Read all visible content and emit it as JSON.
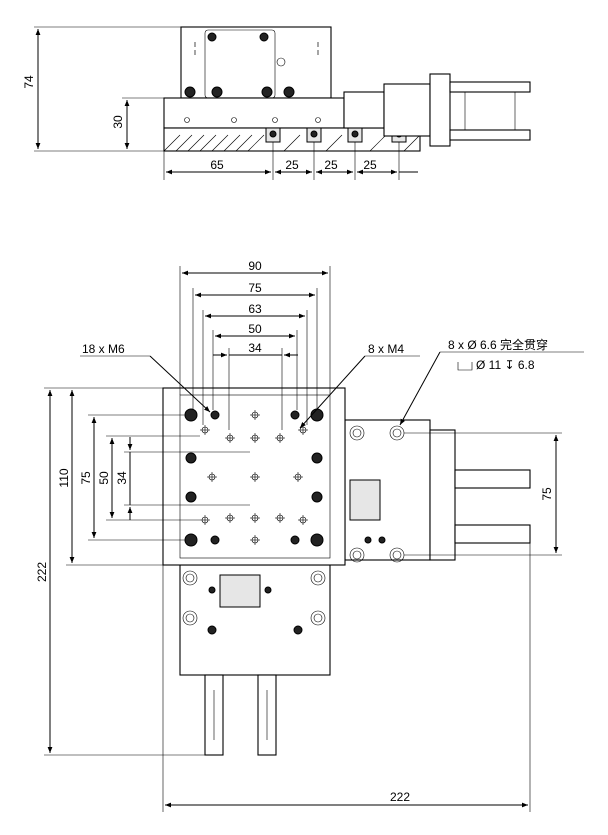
{
  "side_view": {
    "dim_total_height": "74",
    "dim_base_height": "30",
    "dim_x1": "65",
    "dim_x2": "25",
    "dim_x3": "25",
    "dim_x4": "25"
  },
  "top_view": {
    "dim_top_90": "90",
    "dim_top_75": "75",
    "dim_top_63": "63",
    "dim_top_50": "50",
    "dim_top_34": "34",
    "label_m6": "18 x M6",
    "label_m4": "8 x M4",
    "label_holes_line1": "8 x Ø 6.6 完全贯穿",
    "label_holes_line2": "Ø 11 ↧ 6.8",
    "dim_left_222": "222",
    "dim_left_110": "110",
    "dim_left_75": "75",
    "dim_left_50": "50",
    "dim_left_34": "34",
    "dim_right_75": "75",
    "dim_bottom_222": "222"
  }
}
